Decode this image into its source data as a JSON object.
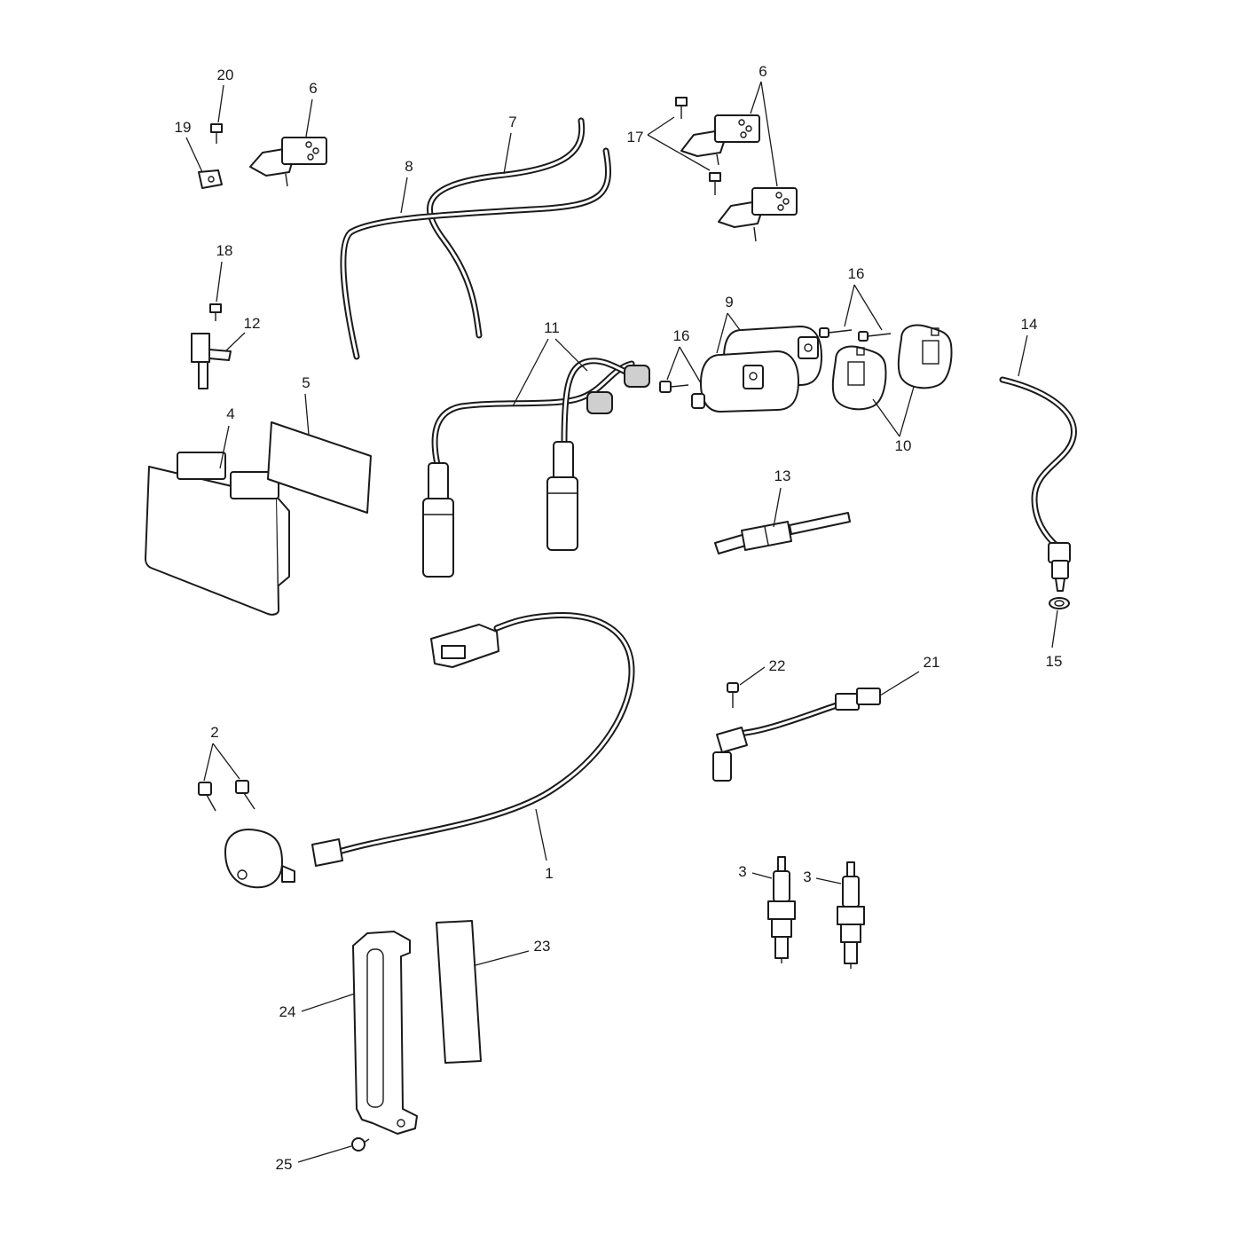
{
  "callouts": {
    "c1": "1",
    "c2": "2",
    "c3a": "3",
    "c3b": "3",
    "c4": "4",
    "c5": "5",
    "c6a": "6",
    "c6b": "6",
    "c7": "7",
    "c8": "8",
    "c9": "9",
    "c10": "10",
    "c11": "11",
    "c12": "12",
    "c13": "13",
    "c14": "14",
    "c15": "15",
    "c16a": "16",
    "c16b": "16",
    "c17": "17",
    "c18": "18",
    "c19": "19",
    "c20": "20",
    "c21": "21",
    "c22": "22",
    "c23": "23",
    "c24": "24",
    "c25": "25"
  },
  "colors": {
    "line": "#1a1a1a",
    "background": "#ffffff",
    "shade": "#cfcfcf"
  }
}
